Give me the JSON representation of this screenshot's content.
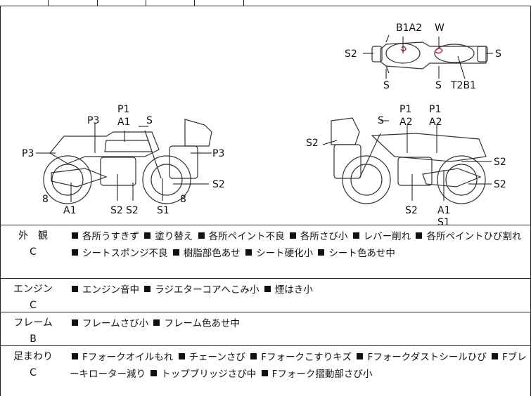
{
  "diagram_labels": {
    "top_b1a2": "B1A2",
    "top_w": "W",
    "top_s2_left": "S2",
    "top_s_right": "S",
    "top_s_bottom_left": "S",
    "top_s_bottom_mid": "S",
    "top_t2b1": "T2B1",
    "left_p1": "P1",
    "left_a1": "A1",
    "left_s_top": "S",
    "left_p3_a": "P3",
    "left_p3_b": "P3",
    "left_p3_c": "P3",
    "left_8a": "8",
    "left_8b": "8",
    "left_a1_bottom": "A1",
    "left_s2_a": "S2",
    "left_s2_b": "S2",
    "left_s1": "S1",
    "left_s2_right": "S2",
    "right_p1_a": "P1",
    "right_a2_a": "A2",
    "right_p1_b": "P1",
    "right_a2_b": "A2",
    "right_s_top": "S",
    "right_s2_left": "S2",
    "right_s2_r1": "S2",
    "right_s2_r2": "S2",
    "right_s2_bottom": "S2",
    "right_a1": "A1",
    "right_s1": "S1"
  },
  "conditions": [
    {
      "category": "外　観",
      "grade": "C",
      "items": [
        "各所うすきず",
        "塗り替え",
        "各所ペイント不良",
        "各所さび小",
        "レバー削れ",
        "各所ペイントひび割れ",
        "シートスポンジ不良",
        "樹脂部色あせ",
        "シート硬化小",
        "シート色あせ中"
      ]
    },
    {
      "category": "エンジン",
      "grade": "C",
      "items": [
        "エンジン音中",
        "ラジエターコアへこみ小",
        "煙はき小"
      ]
    },
    {
      "category": "フレーム",
      "grade": "B",
      "items": [
        "フレームさび小",
        "フレーム色あせ中"
      ]
    },
    {
      "category": "足まわり",
      "grade": "C",
      "items": [
        "Fフォークオイルもれ",
        "チェーンさび",
        "Fフォークこすりキズ",
        "Fフォークダストシールひび",
        "Fブレーキローター減り",
        "トップブリッジさび中",
        "Fフォーク摺動部さび小"
      ]
    }
  ]
}
